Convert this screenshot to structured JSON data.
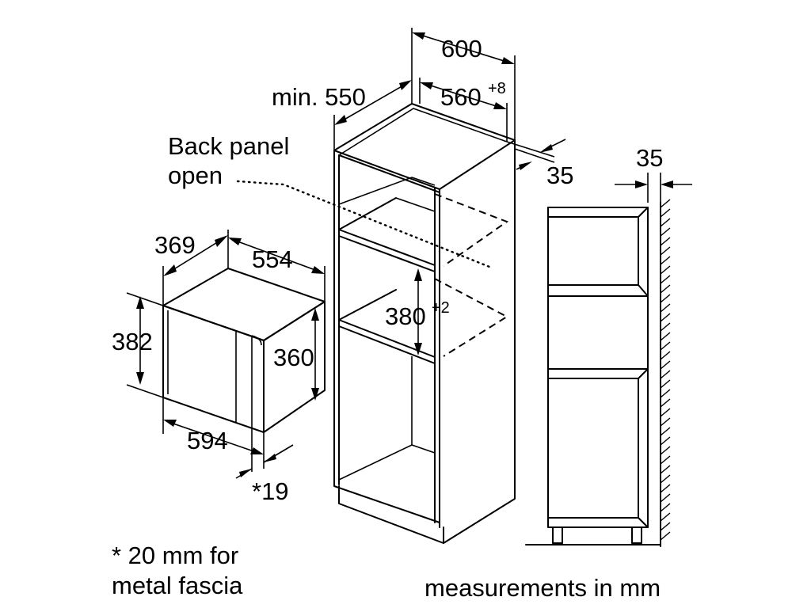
{
  "labels": {
    "cabinet_width": "600",
    "cabinet_min_depth": "min. 550",
    "niche_width": "560",
    "niche_width_tol": "+8",
    "vent_gap_side": "35",
    "vent_gap_top": "35",
    "back_panel_line1": "Back panel",
    "back_panel_line2": "open",
    "niche_height": "380",
    "niche_height_tol": "+2",
    "appliance_depth": "369",
    "appliance_width_body": "554",
    "appliance_height_front": "382",
    "appliance_height_body": "360",
    "appliance_width_front": "594",
    "fascia_depth": "*19",
    "footnote_line1": "* 20 mm for",
    "footnote_line2": "metal fascia",
    "units_note": "measurements in mm"
  }
}
